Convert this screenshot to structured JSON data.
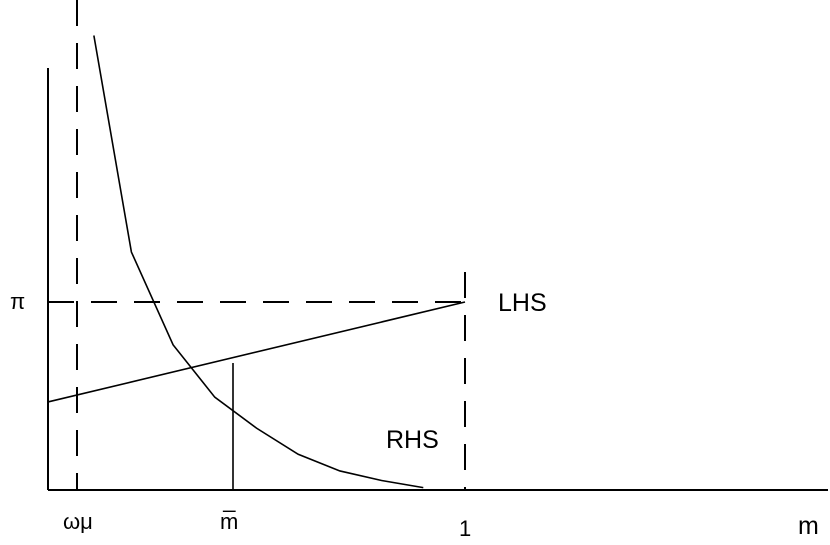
{
  "chart_data": {
    "type": "line",
    "title": "",
    "xlabel": "m",
    "ylabel": "",
    "x_tick_labels": [
      "ωμ",
      "m̅",
      "1"
    ],
    "y_tick_labels": [
      "π"
    ],
    "xlim": [
      0,
      1.1
    ],
    "ylim": [
      0,
      1.6
    ],
    "series": [
      {
        "name": "LHS",
        "points": [
          [
            0,
            0.37
          ],
          [
            1,
            0.79
          ]
        ]
      },
      {
        "name": "RHS",
        "points": [
          [
            0.11,
            1.91
          ],
          [
            0.2,
            1.0
          ],
          [
            0.3,
            0.61
          ],
          [
            0.4,
            0.39
          ],
          [
            0.5,
            0.26
          ],
          [
            0.6,
            0.15
          ],
          [
            0.7,
            0.08
          ],
          [
            0.8,
            0.04
          ],
          [
            0.9,
            0.01
          ]
        ]
      }
    ],
    "reference_lines": {
      "vertical_dashed": [
        "ωμ",
        "1"
      ],
      "horizontal_dashed": [
        "π"
      ],
      "vertical_solid": [
        "m̅"
      ]
    }
  }
}
